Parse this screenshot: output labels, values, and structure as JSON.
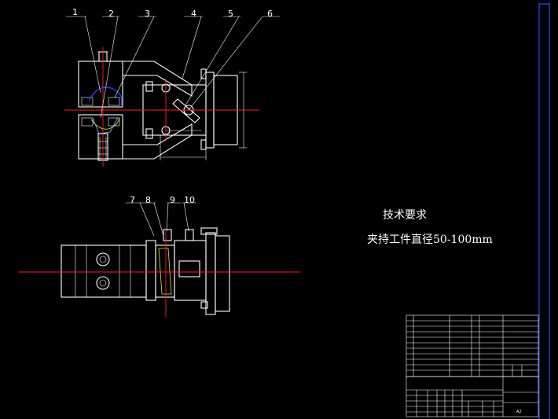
{
  "callouts": {
    "top": [
      "1",
      "2",
      "3",
      "4",
      "5",
      "6"
    ],
    "bottom": [
      "7",
      "8",
      "9",
      "10"
    ]
  },
  "requirements": {
    "heading": "技术要求",
    "line1": "夹持工件直径50-100mm"
  },
  "title_block": {
    "sheet_size": "A2"
  },
  "colors": {
    "background": "#000000",
    "outline": "#ffffff",
    "centerline": "#ff2020",
    "frame": "#2a4bff"
  }
}
